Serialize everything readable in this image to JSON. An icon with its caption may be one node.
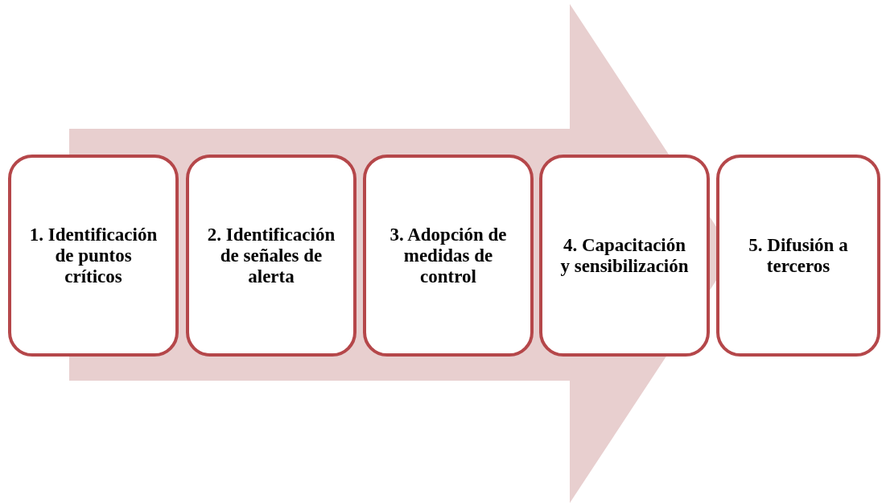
{
  "diagram": {
    "nodes": [
      {
        "text": [
          "1. Identificación de puntos críticos"
        ]
      },
      {
        "text": [
          "2. Identificación de señales de alerta"
        ]
      },
      {
        "text": [
          "3. Adopción de medidas de control"
        ]
      },
      {
        "text": [
          "4. Capacitación y sensibilización"
        ]
      },
      {
        "text": [
          "5. Difusión a terceros"
        ]
      }
    ],
    "edges": [
      {
        "from": 0,
        "to": 4,
        "arrow": "to"
      }
    ]
  }
}
